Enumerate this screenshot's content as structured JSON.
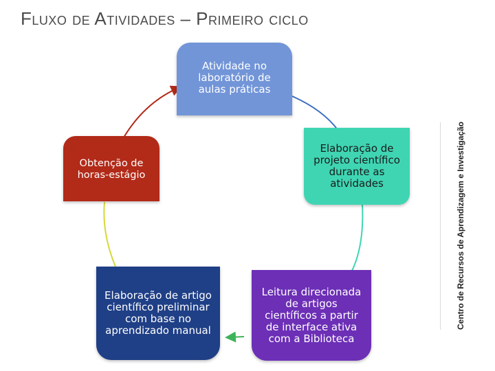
{
  "title": "Fluxo de Atividades – Primeiro ciclo",
  "side_label": "Centro de Recursos de Aprendizagem e Investigação",
  "nodes": {
    "top": "Atividade no laboratório de aulas práticas",
    "right": "Elaboração de projeto científico durante as atividades",
    "bottom_center": "Leitura direcionada de artigos científicos a partir de interface ativa com a Biblioteca",
    "bottom_left": "Elaboração de artigo científico preliminar com base no aprendizado manual",
    "left": "Obtenção de horas-estágio"
  },
  "colors": {
    "top": "#7295d8",
    "right": "#3fd5b3",
    "bottom_center": "#6c2fb6",
    "bottom_left": "#1f3f86",
    "left": "#b22a18",
    "arrow_top_right": "#3b6fc2",
    "arrow_right_bottom": "#3fd5b3",
    "arrow_bottom": "#3fb35a",
    "arrow_left": "#d8d83a",
    "arrow_left_top": "#b22a18"
  }
}
